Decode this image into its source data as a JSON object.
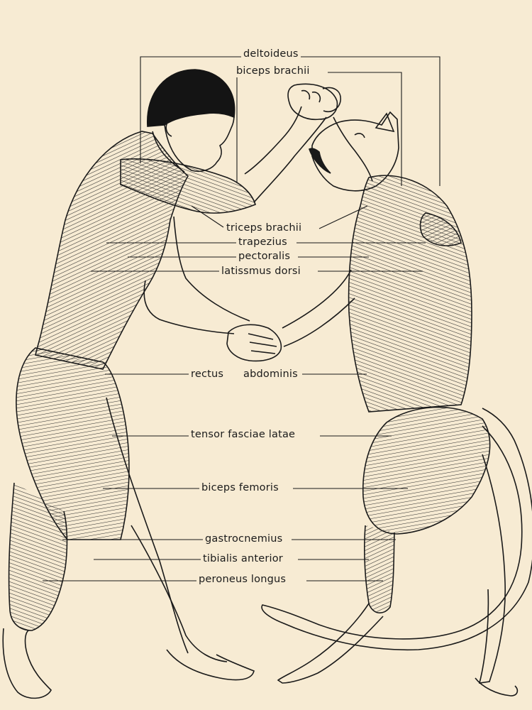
{
  "diagram": {
    "labels": {
      "deltoideus": "deltoideus",
      "biceps_brachii": "biceps brachii",
      "triceps_brachii": "triceps brachii",
      "trapezius": "trapezius",
      "pectoralis": "pectoralis",
      "latissmus_dorsi": "latissmus dorsi",
      "rectus": "rectus",
      "abdominis": "abdominis",
      "tensor_fasciae_latae": "tensor fasciae latae",
      "biceps_femoris": "biceps femoris",
      "gastrocnemius": "gastrocnemius",
      "tibialis_anterior": "tibialis anterior",
      "peroneus_longus": "peroneus longus"
    },
    "colors": {
      "paper": "#f7ebd3",
      "ink": "#1a1a1a"
    }
  }
}
